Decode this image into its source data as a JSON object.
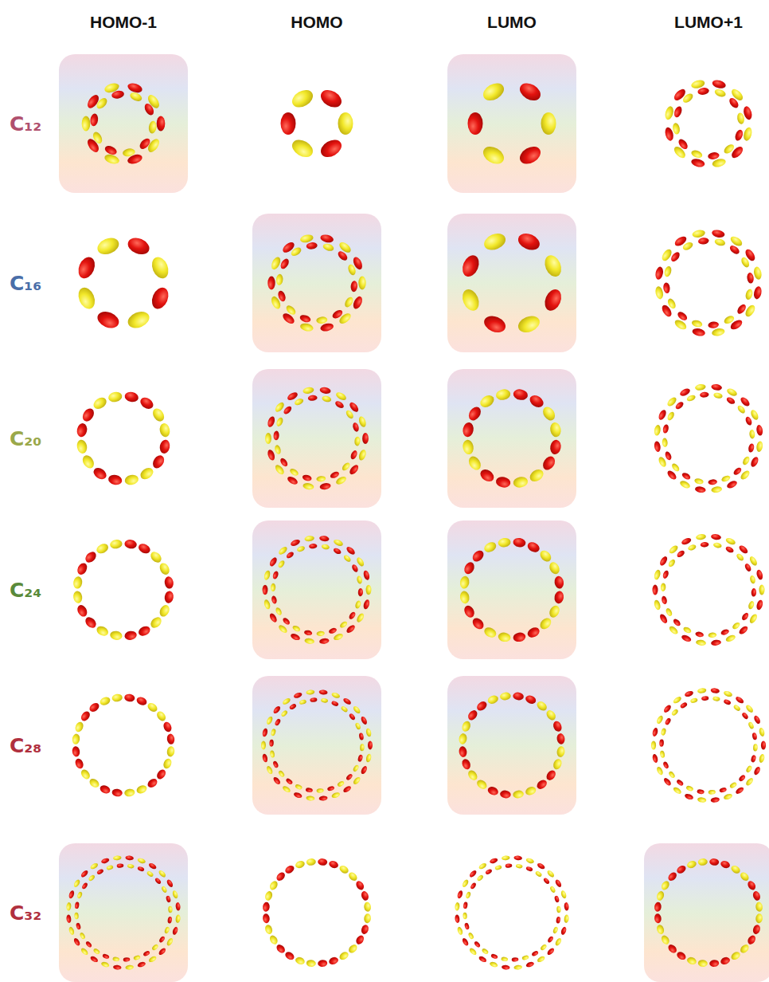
{
  "diagram": {
    "labels": [
      "HOMO-1",
      "HOMO",
      "LUMO",
      "LUMO+1",
      "C₁₂",
      "C₁₆",
      "C₂₀",
      "C₂₄",
      "C₂₈",
      "C₃₂"
    ]
  }
}
